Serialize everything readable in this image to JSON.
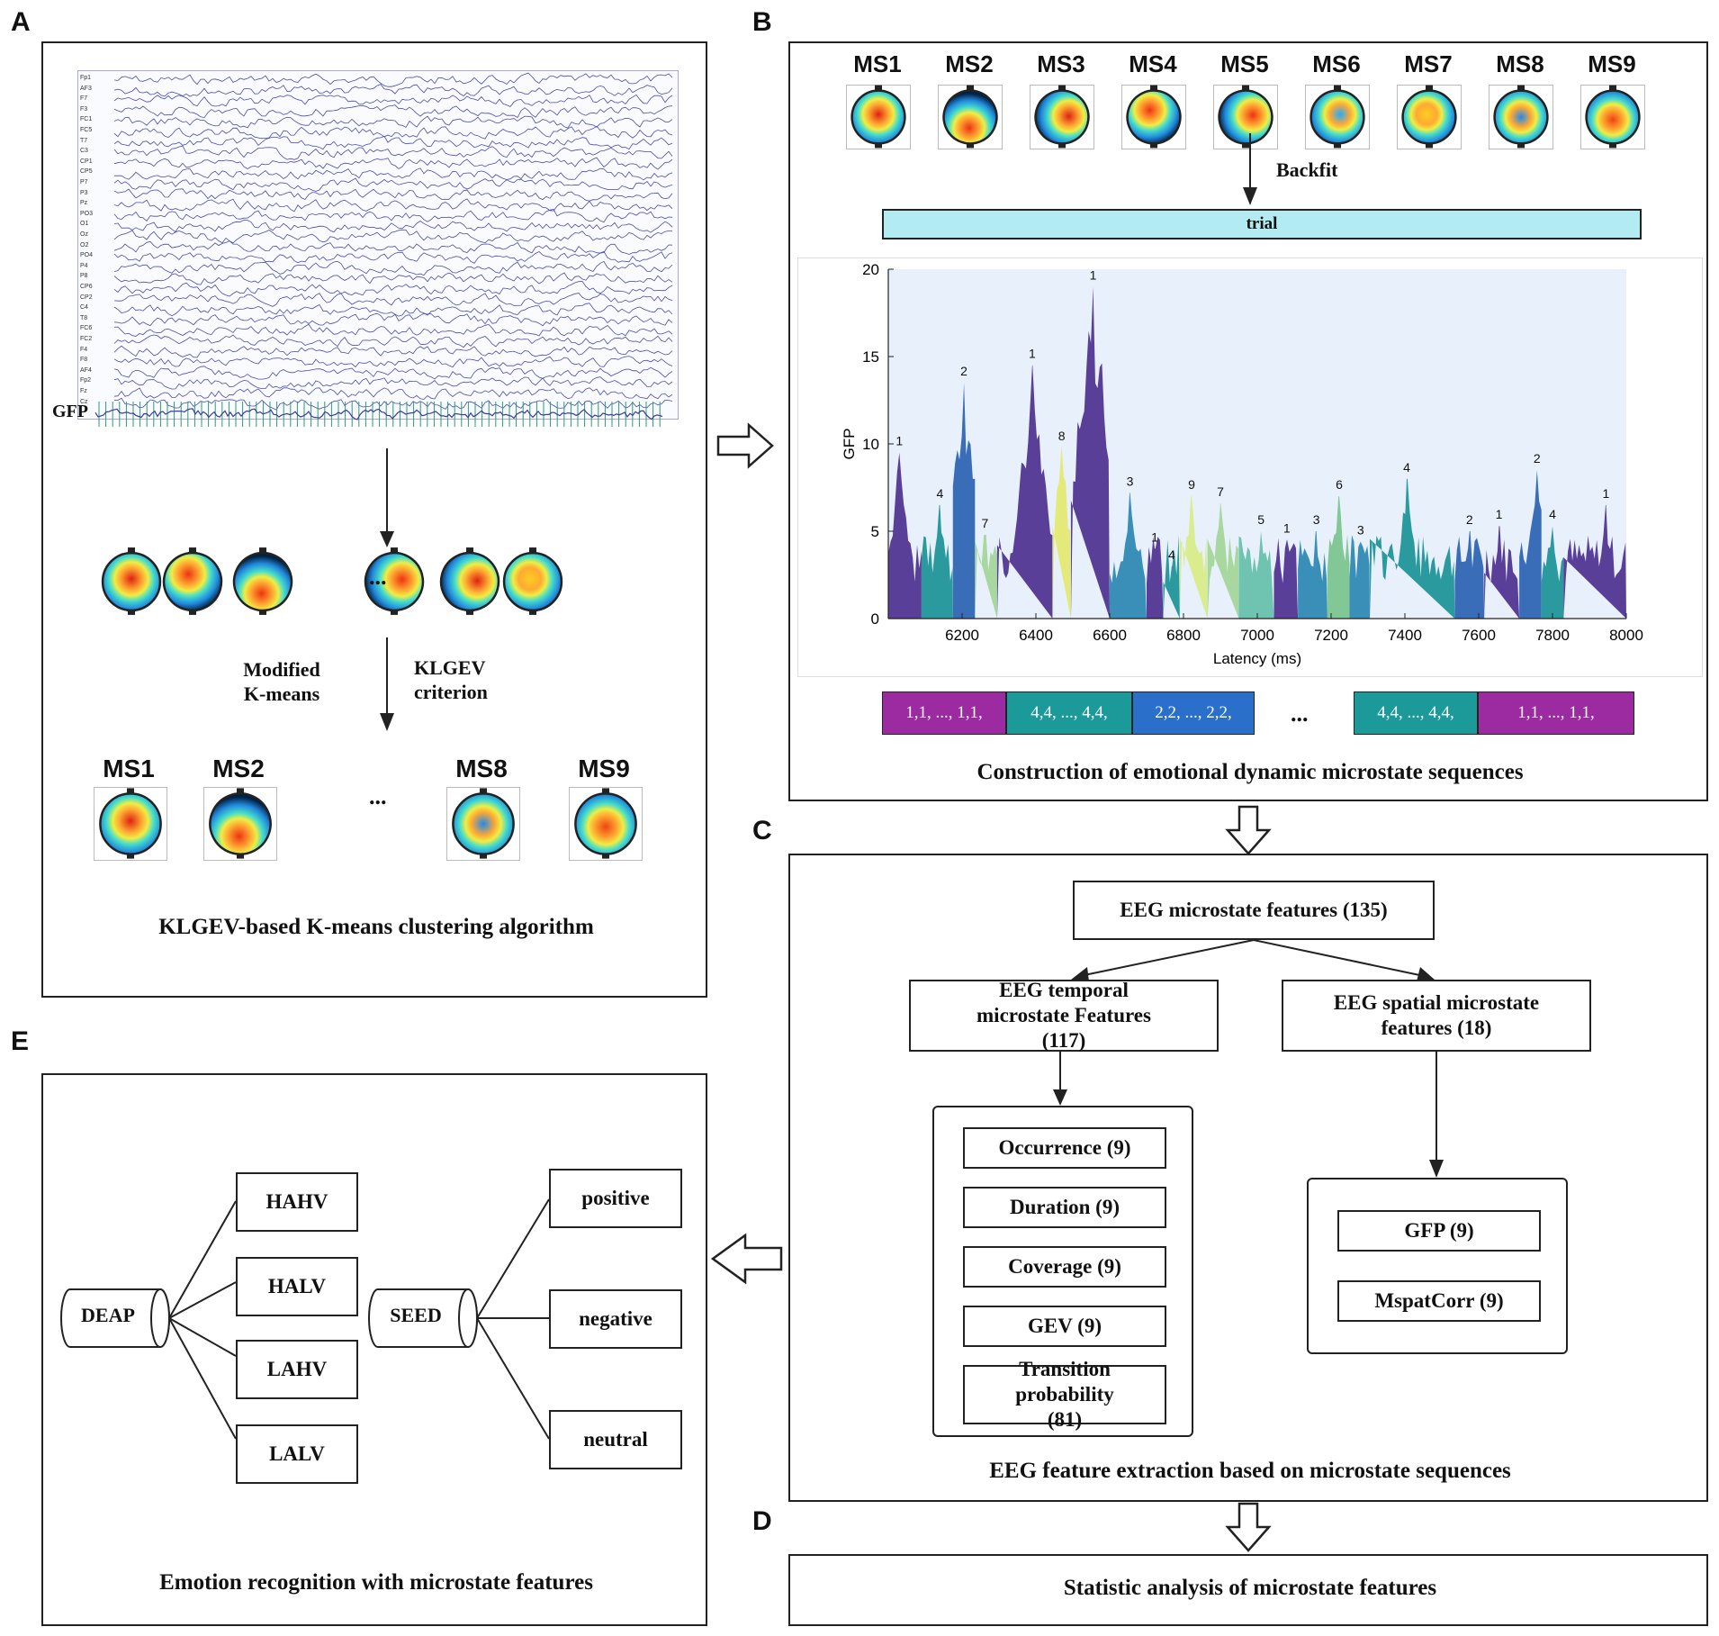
{
  "colors": {
    "trial_bar": "#b2ebf2",
    "seq_purple": "#9c2aa0",
    "seq_teal": "#1c9a9a",
    "seq_blue": "#2a6fc9",
    "plot_bg": "#e8f0fb",
    "eeg_trace": "#4a4ab0"
  },
  "panel_labels": {
    "a": "A",
    "b": "B",
    "c": "C",
    "d": "D",
    "e": "E"
  },
  "panel_a": {
    "channels": [
      "Fp1",
      "AF3",
      "F7",
      "F3",
      "FC1",
      "FC5",
      "T7",
      "C3",
      "CP1",
      "CP5",
      "P7",
      "P3",
      "Pz",
      "PO3",
      "O1",
      "Oz",
      "O2",
      "PO4",
      "P4",
      "P8",
      "CP6",
      "CP2",
      "C4",
      "T8",
      "FC6",
      "FC2",
      "F4",
      "F8",
      "AF4",
      "Fp2",
      "Fz",
      "Cz"
    ],
    "gfp_label": "GFP",
    "ellipsis": "...",
    "method_left": "Modified K-means",
    "method_right": "KLGEV criterion",
    "result_titles": [
      "MS1",
      "MS2",
      "MS8",
      "MS9"
    ],
    "caption": "KLGEV-based K-means clustering algorithm"
  },
  "panel_b": {
    "ms_titles": [
      "MS1",
      "MS2",
      "MS3",
      "MS4",
      "MS5",
      "MS6",
      "MS7",
      "MS8",
      "MS9"
    ],
    "backfit": "Backfit",
    "trial": "trial",
    "sequence_ellipsis": "...",
    "sequence": [
      {
        "text": "1,1, ..., 1,1,",
        "color": "#9c2aa0"
      },
      {
        "text": "4,4, ..., 4,4,",
        "color": "#1c9a9a"
      },
      {
        "text": "2,2, ..., 2,2,",
        "color": "#2a6fc9"
      },
      {
        "text": "4,4, ..., 4,4,",
        "color": "#1c9a9a"
      },
      {
        "text": "1,1, ..., 1,1,",
        "color": "#9c2aa0"
      }
    ],
    "caption": "Construction of emotional dynamic microstate sequences"
  },
  "chart_data": {
    "type": "area",
    "xlabel": "Latency (ms)",
    "ylabel": "GFP",
    "xlim": [
      6000,
      8000
    ],
    "ylim": [
      0,
      20
    ],
    "xticks": [
      6200,
      6400,
      6600,
      6800,
      7000,
      7200,
      7400,
      7600,
      7800,
      8000
    ],
    "yticks": [
      0,
      5,
      10,
      15,
      20
    ],
    "grid": false,
    "segments": [
      {
        "start": 6000,
        "end": 6090,
        "label": "1",
        "peak_x": 6030,
        "peak_y": 9.5,
        "color": "#5a3f98"
      },
      {
        "start": 6090,
        "end": 6175,
        "label": "4",
        "peak_x": 6140,
        "peak_y": 6.5,
        "color": "#2a9a9e"
      },
      {
        "start": 6175,
        "end": 6235,
        "label": "2",
        "peak_x": 6205,
        "peak_y": 13.5,
        "color": "#3a6db8"
      },
      {
        "start": 6235,
        "end": 6295,
        "label": "7",
        "peak_x": 6262,
        "peak_y": 4.8,
        "color": "#a8d8a0"
      },
      {
        "start": 6295,
        "end": 6445,
        "label": "1",
        "peak_x": 6390,
        "peak_y": 14.5,
        "color": "#5a3f98"
      },
      {
        "start": 6445,
        "end": 6495,
        "label": "8",
        "peak_x": 6470,
        "peak_y": 9.8,
        "color": "#e4ea7a"
      },
      {
        "start": 6495,
        "end": 6600,
        "label": "1",
        "peak_x": 6555,
        "peak_y": 19,
        "color": "#5a3f98"
      },
      {
        "start": 6600,
        "end": 6700,
        "label": "3",
        "peak_x": 6655,
        "peak_y": 7.2,
        "color": "#3a8fb8"
      },
      {
        "start": 6700,
        "end": 6745,
        "label": "1",
        "peak_x": 6722,
        "peak_y": 4,
        "color": "#5a3f98"
      },
      {
        "start": 6745,
        "end": 6790,
        "label": "4",
        "peak_x": 6768,
        "peak_y": 3,
        "color": "#2a9a9e"
      },
      {
        "start": 6790,
        "end": 6865,
        "label": "9",
        "peak_x": 6822,
        "peak_y": 7,
        "color": "#d9ec8e"
      },
      {
        "start": 6865,
        "end": 6950,
        "label": "7",
        "peak_x": 6900,
        "peak_y": 6.6,
        "color": "#a8d8a0"
      },
      {
        "start": 6950,
        "end": 7045,
        "label": "5",
        "peak_x": 7010,
        "peak_y": 5,
        "color": "#6ec4b0"
      },
      {
        "start": 7045,
        "end": 7110,
        "label": "1",
        "peak_x": 7080,
        "peak_y": 4.5,
        "color": "#5a3f98"
      },
      {
        "start": 7110,
        "end": 7190,
        "label": "3",
        "peak_x": 7160,
        "peak_y": 5,
        "color": "#3a8fb8"
      },
      {
        "start": 7190,
        "end": 7250,
        "label": "6",
        "peak_x": 7222,
        "peak_y": 7,
        "color": "#82c896"
      },
      {
        "start": 7250,
        "end": 7305,
        "label": "3",
        "peak_x": 7280,
        "peak_y": 4.4,
        "color": "#3a8fb8"
      },
      {
        "start": 7305,
        "end": 7535,
        "label": "4",
        "peak_x": 7405,
        "peak_y": 8,
        "color": "#2a9a9e"
      },
      {
        "start": 7535,
        "end": 7615,
        "label": "2",
        "peak_x": 7575,
        "peak_y": 5,
        "color": "#3a6db8"
      },
      {
        "start": 7615,
        "end": 7710,
        "label": "1",
        "peak_x": 7655,
        "peak_y": 5.3,
        "color": "#5a3f98"
      },
      {
        "start": 7710,
        "end": 7770,
        "label": "2",
        "peak_x": 7758,
        "peak_y": 8.5,
        "color": "#3a6db8"
      },
      {
        "start": 7770,
        "end": 7830,
        "label": "4",
        "peak_x": 7800,
        "peak_y": 5.3,
        "color": "#2a9a9e"
      },
      {
        "start": 7830,
        "end": 8000,
        "label": "1",
        "peak_x": 7945,
        "peak_y": 6.5,
        "color": "#5a3f98"
      }
    ]
  },
  "panel_c": {
    "root": "EEG microstate features (135)",
    "temporal": "EEG temporal microstate Features (117)",
    "spatial": "EEG spatial microstate features (18)",
    "temporal_items": [
      "Occurrence (9)",
      "Duration (9)",
      "Coverage (9)",
      "GEV (9)",
      "Transition probability (81)"
    ],
    "spatial_items": [
      "GFP (9)",
      "MspatCorr (9)"
    ],
    "caption": "EEG feature extraction based on microstate sequences"
  },
  "panel_d": {
    "caption": "Statistic analysis of microstate features"
  },
  "panel_e": {
    "deap": "DEAP",
    "seed": "SEED",
    "deap_classes": [
      "HAHV",
      "HALV",
      "LAHV",
      "LALV"
    ],
    "seed_classes": [
      "positive",
      "negative",
      "neutral"
    ],
    "caption": "Emotion recognition with microstate features"
  }
}
